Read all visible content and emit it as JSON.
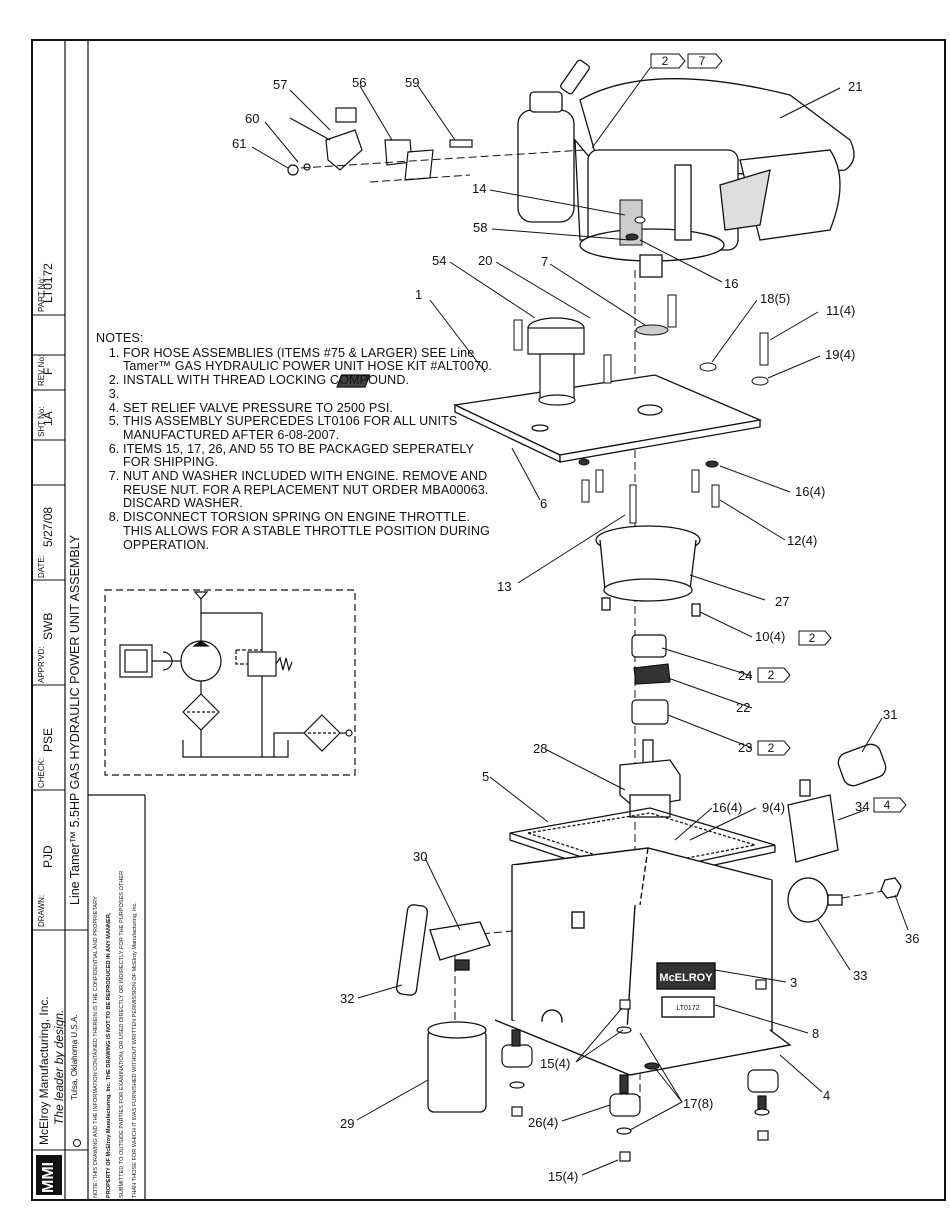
{
  "title_block": {
    "part_label": "PART\nNo:",
    "part_no": "LT0172",
    "rev_label": "REV\nNo:",
    "rev": "F",
    "sht_label": "SHT\nNo:",
    "sht": "1A",
    "date_label": "DATE:",
    "date": "5/27/08",
    "approved_label": "APPR'VD:",
    "approved": "SWB",
    "check_label": "CHECK:",
    "check": "PSE",
    "drawn_label": "DRAWN:",
    "drawn": "PJD",
    "drawing_title": "Line Tamer™ 5.5HP GAS HYDRAULIC POWER UNIT ASSEMBLY",
    "company": "McElroy Manufacturing, Inc.",
    "tagline": "The leader by design.",
    "city": "Tulsa, Oklahoma U.S.A.",
    "logo_text": "M\nMI",
    "legal": [
      "NOTE: THIS DRAWING AND THE INFORMATION CONTAINED THEREIN IS THE CONFIDENTIAL AND PROPRIETARY",
      "PROPERTY OF McElroy Manufacturing, Inc. THE DRAWING IS NOT TO BE REPRODUCED IN ANY MANNER,",
      "SUBMITTED TO OUTSIDE PARTIES FOR EXAMINATION, OR USED DIRECTLY OR INDIRECTLY FOR THE PURPOSES OTHER",
      "THAN THOSE FOR WHICH IT WAS FURNISHED WITHOUT WRITTEN PERMISSION OF McElroy Manufacturing, Inc."
    ]
  },
  "notes": {
    "heading": "NOTES:",
    "items": [
      "FOR HOSE ASSEMBLIES (ITEMS #75 & LARGER) SEE Line Tamer™ GAS HYDRAULIC POWER UNIT HOSE KIT #ALT0070.",
      "INSTALL WITH THREAD LOCKING COMPOUND.",
      "",
      "SET RELIEF VALVE PRESSURE TO 2500 PSI.",
      "THIS ASSEMBLY SUPERCEDES LT0106 FOR ALL UNITS MANUFACTURED AFTER 6-08-2007.",
      "ITEMS 15, 17, 26, AND 55 TO BE PACKAGED SEPERATELY FOR SHIPPING.",
      "NUT AND WASHER INCLUDED WITH ENGINE. REMOVE AND REUSE NUT.  FOR A REPLACEMENT NUT ORDER MBA00063.  DISCARD WASHER.",
      "DISCONNECT TORSION SPRING ON ENGINE THROTTLE. THIS ALLOWS FOR A STABLE THROTTLE POSITION DURING OPPERATION."
    ]
  },
  "callouts": [
    {
      "id": "c57",
      "text": "57"
    },
    {
      "id": "c56",
      "text": "56"
    },
    {
      "id": "c59",
      "text": "59"
    },
    {
      "id": "c60",
      "text": "60"
    },
    {
      "id": "c61",
      "text": "61"
    },
    {
      "id": "c21",
      "text": "21"
    },
    {
      "id": "c14",
      "text": "14"
    },
    {
      "id": "c58",
      "text": "58"
    },
    {
      "id": "c16a",
      "text": "16"
    },
    {
      "id": "c54",
      "text": "54"
    },
    {
      "id": "c20",
      "text": "20"
    },
    {
      "id": "c7",
      "text": "7"
    },
    {
      "id": "c1",
      "text": "1"
    },
    {
      "id": "c18",
      "text": "18(5)"
    },
    {
      "id": "c11",
      "text": "11(4)"
    },
    {
      "id": "c19",
      "text": "19(4)"
    },
    {
      "id": "c6",
      "text": "6"
    },
    {
      "id": "c16b",
      "text": "16(4)"
    },
    {
      "id": "c12",
      "text": "12(4)"
    },
    {
      "id": "c13",
      "text": "13"
    },
    {
      "id": "c27",
      "text": "27"
    },
    {
      "id": "c10",
      "text": "10(4)"
    },
    {
      "id": "c24",
      "text": "24"
    },
    {
      "id": "c22",
      "text": "22"
    },
    {
      "id": "c23",
      "text": "23"
    },
    {
      "id": "c28",
      "text": "28"
    },
    {
      "id": "c5",
      "text": "5"
    },
    {
      "id": "c16c",
      "text": "16(4)"
    },
    {
      "id": "c9",
      "text": "9(4)"
    },
    {
      "id": "c31",
      "text": "31"
    },
    {
      "id": "c34",
      "text": "34"
    },
    {
      "id": "c30",
      "text": "30"
    },
    {
      "id": "c36",
      "text": "36"
    },
    {
      "id": "c33",
      "text": "33"
    },
    {
      "id": "c3",
      "text": "3"
    },
    {
      "id": "c32",
      "text": "32"
    },
    {
      "id": "c8",
      "text": "8"
    },
    {
      "id": "c15a",
      "text": "15(4)"
    },
    {
      "id": "c4",
      "text": "4"
    },
    {
      "id": "c17",
      "text": "17(8)"
    },
    {
      "id": "c26",
      "text": "26(4)"
    },
    {
      "id": "c29",
      "text": "29"
    },
    {
      "id": "c15b",
      "text": "15(4)"
    }
  ],
  "note_flags": [
    {
      "id": "f2top",
      "text": "2"
    },
    {
      "id": "f7top",
      "text": "7"
    },
    {
      "id": "f10",
      "text": "2"
    },
    {
      "id": "f24",
      "text": "2"
    },
    {
      "id": "f23",
      "text": "2"
    },
    {
      "id": "f34",
      "text": "4"
    }
  ],
  "labels": {
    "tank_brand": "McELROY",
    "tank_plate": "LT0172",
    "valve_model": ""
  }
}
